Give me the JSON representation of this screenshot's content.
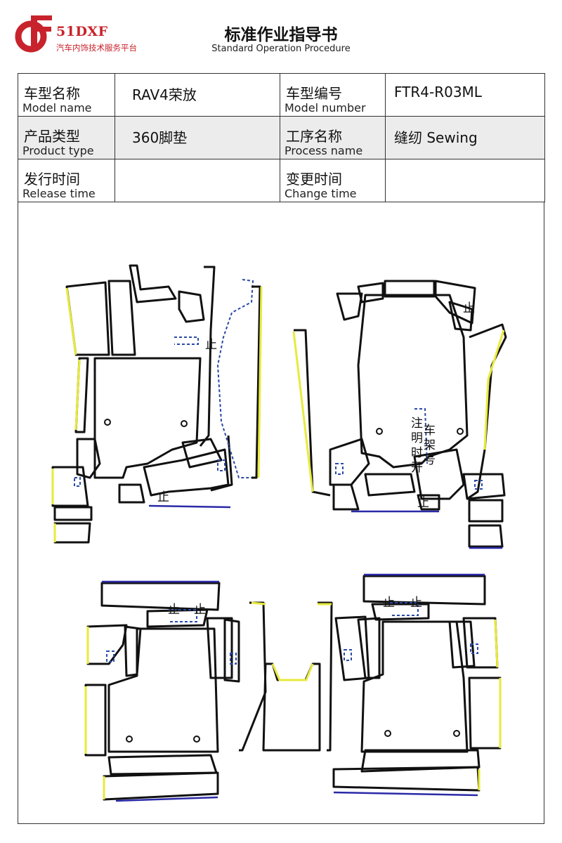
{
  "header": {
    "brand": "51DXF",
    "brand_sub": "汽车内饰技术服务平台",
    "title": "标准作业指导书",
    "subtitle": "Standard Operation Procedure"
  },
  "info_table": {
    "model_name": {
      "zh": "车型名称",
      "en": "Model name",
      "value": "RAV4荣放"
    },
    "model_number": {
      "zh": "车型编号",
      "en": "Model number",
      "value": "FTR4-R03ML"
    },
    "product_type": {
      "zh": "产品类型",
      "en": "Product type",
      "value": "360脚垫"
    },
    "process_name": {
      "zh": "工序名称",
      "en": "Process name",
      "value": "缝纫 Sewing"
    },
    "release_time": {
      "zh": "发行时间",
      "en": "Release time",
      "value": ""
    },
    "change_time": {
      "zh": "变更时间",
      "en": "Change time",
      "value": ""
    }
  },
  "drawing": {
    "stop_mark": "止",
    "note_left": [
      "注",
      "明",
      "时",
      "开"
    ],
    "note_right": [
      "车",
      "架",
      "号"
    ]
  },
  "colors": {
    "brand_red": "#c8232c",
    "outline": "#111111",
    "yellow_edge": "#e8ea3c",
    "blue_edge": "#2a2aa8",
    "table_shade": "#ececec"
  }
}
